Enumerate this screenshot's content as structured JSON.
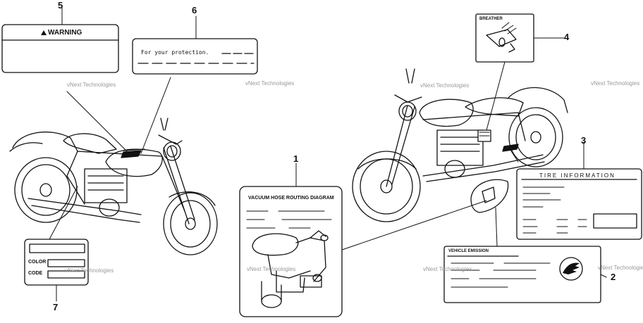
{
  "callouts": {
    "c1": "1",
    "c2": "2",
    "c3": "3",
    "c4": "4",
    "c5": "5",
    "c6": "6",
    "c7": "7"
  },
  "labels": {
    "warning": "WARNING",
    "protection": "For your protection.",
    "breather": "BREATHER",
    "tire_info": "TIRE INFORMATION",
    "vacuum_hose": "VACUUM HOSE ROUTING DIAGRAM",
    "vehicle_emission": "VEHICLE EMISSION",
    "color": "COLOR",
    "code": "CODE"
  },
  "watermark": "vNext Technologies"
}
